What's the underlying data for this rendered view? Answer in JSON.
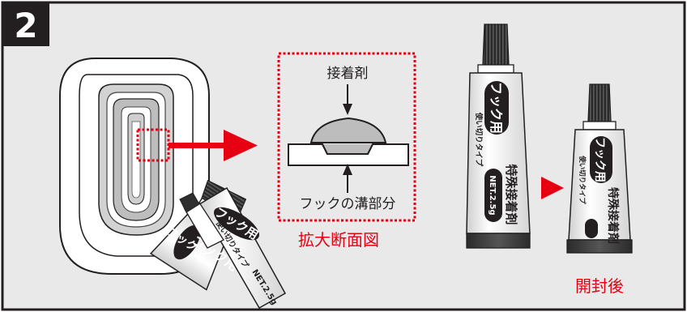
{
  "step_number": "2",
  "labels": {
    "adhesive": "接着剤",
    "hook_groove": "フックの溝部分",
    "enlarged_section": "拡大断面図",
    "after_opening": "開封後"
  },
  "tube": {
    "brand_badge": "フック用",
    "subtitle": "使い切りタイプ",
    "product_name": "特殊接着剤",
    "net_label": "NET.2.5g"
  },
  "colors": {
    "panel_bg": "#e9e9e9",
    "frame": "#231f20",
    "accent_red": "#e60012",
    "step_box": "#231f20"
  }
}
